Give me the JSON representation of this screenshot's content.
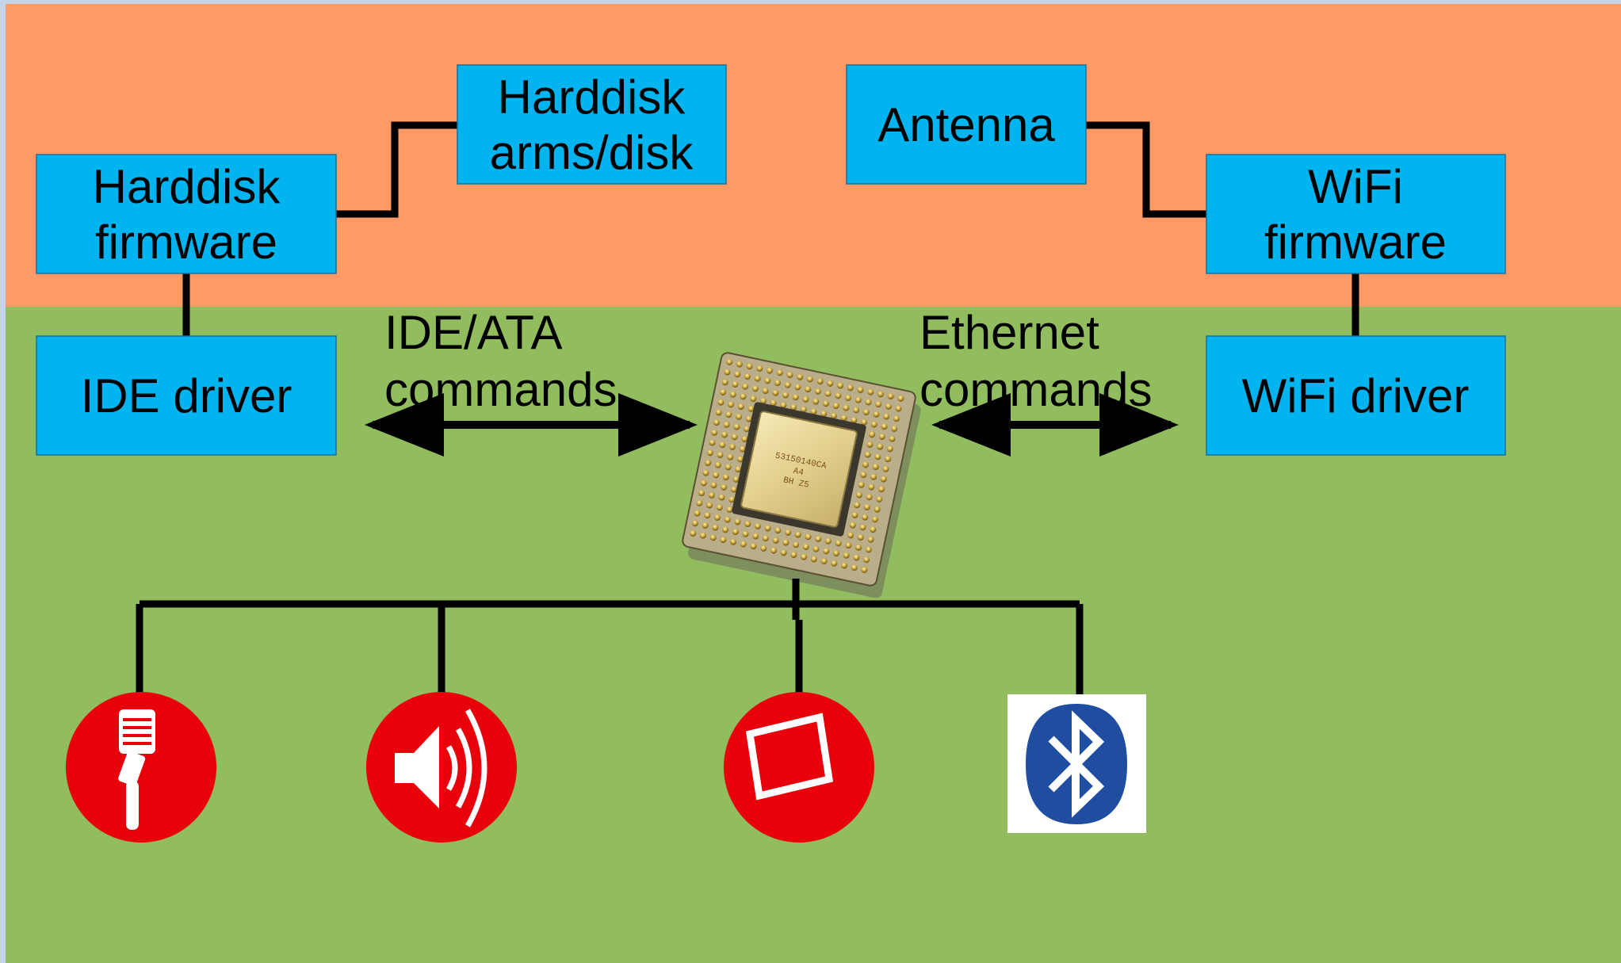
{
  "colors": {
    "top_zone": "#ff9966",
    "bottom_zone": "#92bd5e",
    "box_fill": "#00b4f0",
    "line": "#000000",
    "device_red": "#e8000b",
    "bluetooth_blue": "#1f4ea0"
  },
  "boxes": {
    "hdd_firmware": [
      "Harddisk",
      "firmware"
    ],
    "hdd_arms": [
      "Harddisk",
      "arms/disk"
    ],
    "ide_driver": [
      "IDE driver"
    ],
    "antenna": [
      "Antenna"
    ],
    "wifi_firmware": [
      "WiFi",
      "firmware"
    ],
    "wifi_driver": [
      "WiFi driver"
    ]
  },
  "arrows": {
    "ide": [
      "IDE/ATA",
      "commands"
    ],
    "ethernet": [
      "Ethernet",
      "commands"
    ]
  },
  "cpu": {
    "chip_text": [
      "53150140CA",
      "A4",
      "BH   Z5"
    ]
  },
  "devices": [
    {
      "icon": "microphone-icon"
    },
    {
      "icon": "speaker-icon"
    },
    {
      "icon": "display-icon"
    },
    {
      "icon": "bluetooth-icon"
    }
  ]
}
